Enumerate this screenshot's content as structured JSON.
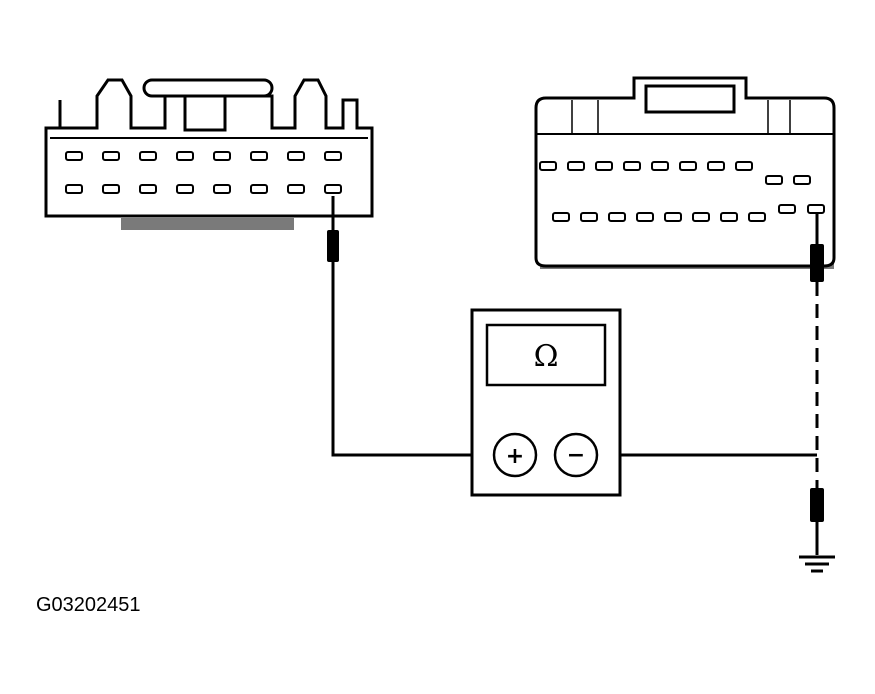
{
  "diagram": {
    "figure_id": "G03202451",
    "meter": {
      "display_symbol": "Ω",
      "positive_terminal": "+",
      "negative_terminal": "−"
    },
    "left_connector": {
      "pins_per_row": 8,
      "rows": 2
    },
    "right_connector": {
      "top_row_pins": 8,
      "bottom_row_pins": 8,
      "extra_pins": 4
    },
    "colors": {
      "line": "#000000",
      "connector_fill": "#ffffff",
      "shadow": "#7a7a7a"
    }
  }
}
